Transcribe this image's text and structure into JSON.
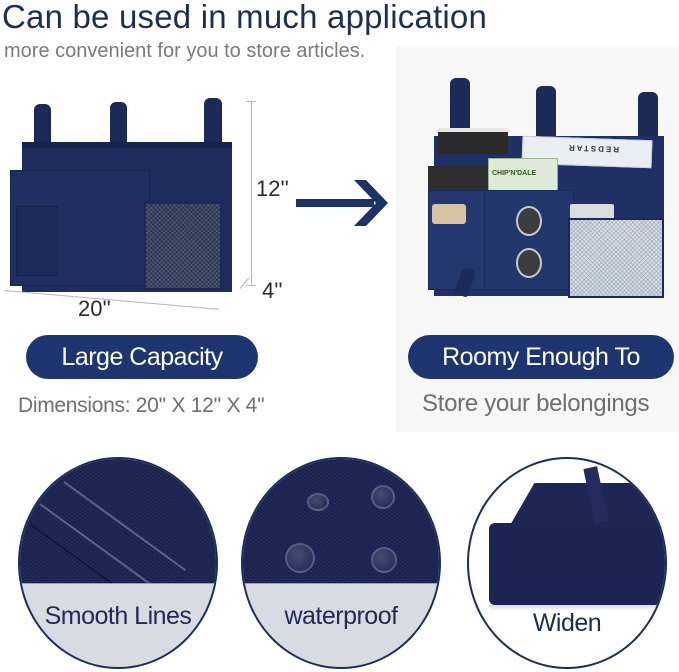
{
  "header": {
    "title": "Can be used in much application",
    "subtitle": "more convenient for you to store articles."
  },
  "dimensions_diagram": {
    "width_label": "20''",
    "height_label": "12''",
    "depth_label": "4''"
  },
  "product_right": {
    "book_brand_1": "CHIP'N'DALE",
    "book_brand_2": "REDSTAR"
  },
  "features_top": [
    {
      "badge": "Large Capacity",
      "caption": "Dimensions: 20'' X 12'' X 4''"
    },
    {
      "badge": "Roomy Enough To",
      "caption": "Store your belongings"
    }
  ],
  "features_bottom": [
    {
      "label": "Smooth Lines"
    },
    {
      "label": "waterproof"
    },
    {
      "label": "Widen"
    }
  ],
  "colors": {
    "navy": "#1c2d5a",
    "badge": "#1f3570",
    "fabric": "#1c2453",
    "band": "#d9dbe3",
    "caption_gray": "#6f6f6f"
  },
  "icons": {
    "arrow": "arrow-right-icon"
  }
}
